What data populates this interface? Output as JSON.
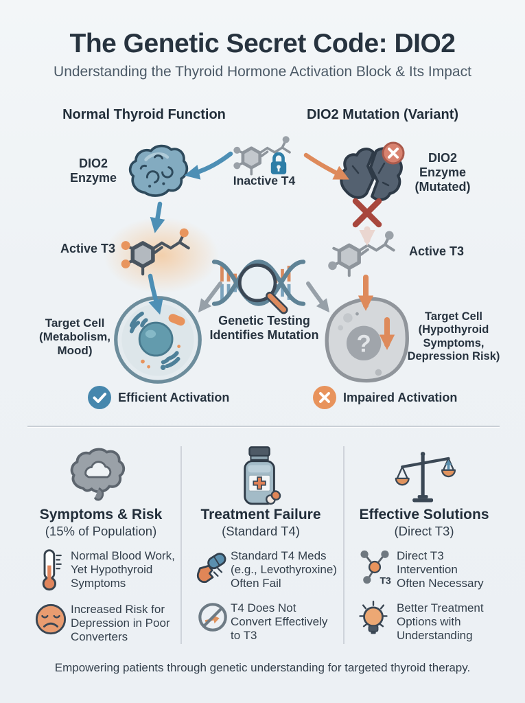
{
  "page": {
    "title": "The Genetic Secret Code: DIO2",
    "subtitle": "Understanding the Thyroid Hormone Activation Block & Its Impact",
    "footer": "Empowering patients through genetic understanding for targeted thyroid therapy."
  },
  "flow": {
    "left_header": "Normal Thyroid Function",
    "right_header": "DIO2 Mutation (Variant)",
    "inactive_t4": "Inactive T4",
    "genetic_testing": "Genetic Testing Identifies Mutation",
    "normal": {
      "enzyme": "DIO2 Enzyme",
      "active_t3": "Active T3",
      "cell_name": "Target Cell",
      "cell_detail": "(Metabolism, Mood)",
      "badge": "Efficient Activation"
    },
    "mutated": {
      "enzyme": "DIO2 Enzyme (Mutated)",
      "active_t3": "Active T3",
      "cell_name": "Target Cell",
      "cell_detail": "(Hypothyroid Symptoms, Depression Risk)",
      "cell_question": "?",
      "badge": "Impaired Activation"
    }
  },
  "columns": [
    {
      "icon": "brain-icon",
      "title": "Symptoms & Risk",
      "subtitle": "(15% of Population)",
      "items": [
        {
          "icon": "thermometer-icon",
          "text": "Normal Blood Work, Yet Hypothyroid Symptoms"
        },
        {
          "icon": "sad-face-icon",
          "text": "Increased Risk for Depression in Poor Converters"
        }
      ]
    },
    {
      "icon": "pill-bottle-icon",
      "title": "Treatment Failure",
      "subtitle": "(Standard T4)",
      "items": [
        {
          "icon": "broken-capsule-icon",
          "text": "Standard T4 Meds (e.g., Levothyroxine) Often Fail"
        },
        {
          "icon": "no-conversion-icon",
          "text": "T4 Does Not Convert Effectively to T3"
        }
      ]
    },
    {
      "icon": "balance-scale-icon",
      "title": "Effective Solutions",
      "subtitle": "(Direct T3)",
      "items": [
        {
          "icon": "t3-molecule-icon",
          "icon_label": "T3",
          "text": "Direct T3 Intervention Often Necessary"
        },
        {
          "icon": "lightbulb-icon",
          "text": "Better Treatment Options with Understanding"
        }
      ]
    }
  ],
  "colors": {
    "background": "#eef2f5",
    "heading": "#27333f",
    "blue_accent": "#4d8fb5",
    "orange_accent": "#e8935c",
    "red_error": "#a8473d",
    "divider": "#c9cfd6"
  }
}
